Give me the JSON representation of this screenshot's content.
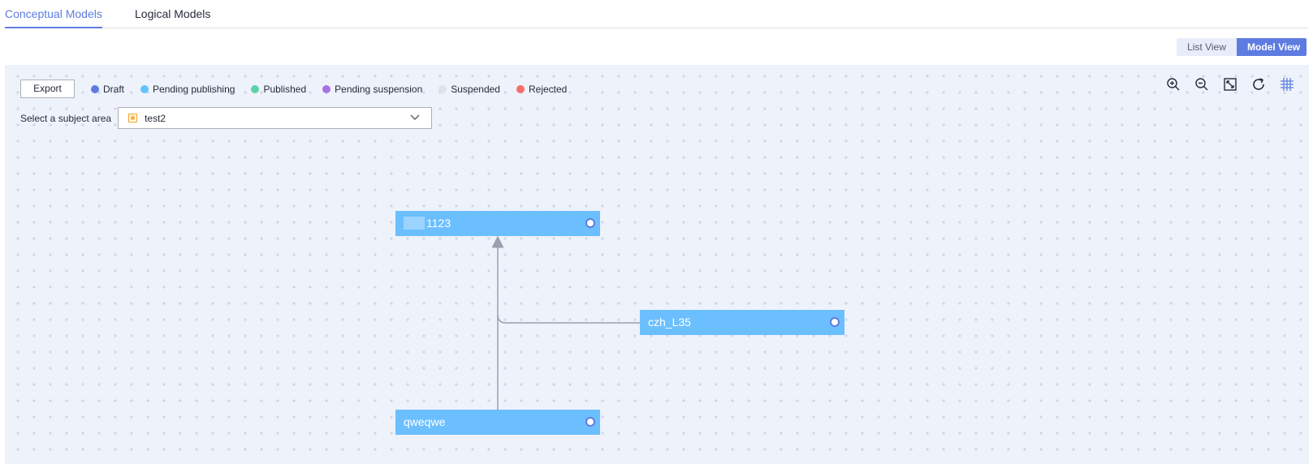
{
  "tabs": [
    {
      "label": "Conceptual Models",
      "active": true
    },
    {
      "label": "Logical Models",
      "active": false
    }
  ],
  "view_switch": {
    "list_label": "List View",
    "model_label": "Model View",
    "selected": "Model View"
  },
  "toolbar": {
    "export_label": "Export"
  },
  "legend": [
    {
      "label": "Draft",
      "color": "#5e7ce0"
    },
    {
      "label": "Pending publishing",
      "color": "#62c3fe"
    },
    {
      "label": "Published",
      "color": "#5ad3a7"
    },
    {
      "label": "Pending suspension",
      "color": "#a871e4"
    },
    {
      "label": "Suspended",
      "color": "#dfe1e6"
    },
    {
      "label": "Rejected",
      "color": "#f66f6a"
    }
  ],
  "subject": {
    "label": "Select a subject area",
    "value": "test2"
  },
  "view_tools": [
    "zoom-in-icon",
    "zoom-out-icon",
    "fit-screen-icon",
    "refresh-icon",
    "grid-icon"
  ],
  "nodes": [
    {
      "label": "1123",
      "status": "Pending publishing"
    },
    {
      "label": "czh_L35",
      "status": "Pending publishing"
    },
    {
      "label": "qweqwe",
      "status": "Pending publishing"
    }
  ],
  "colors": {
    "accent": "#5e7ce0",
    "node": "#6cbfff",
    "canvas": "#eef2fb"
  }
}
